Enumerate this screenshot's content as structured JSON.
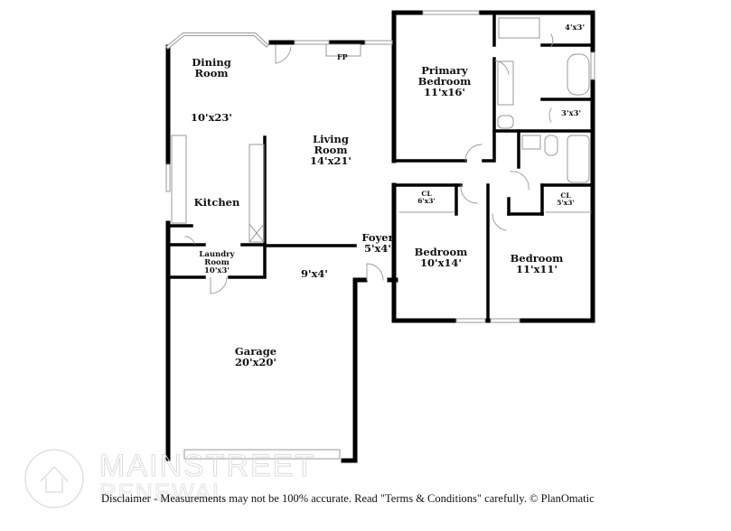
{
  "floor_plan": {
    "rooms": [
      {
        "id": "dining",
        "name": "Dining Room",
        "line1": "Dining",
        "line2": "Room",
        "dims": "10'x23'"
      },
      {
        "id": "living",
        "name": "Living Room",
        "line1": "Living",
        "line2": "Room",
        "dims": "14'x21'"
      },
      {
        "id": "kitchen",
        "name": "Kitchen",
        "line1": "Kitchen"
      },
      {
        "id": "laundry",
        "name": "Laundry Room",
        "line1": "Laundry",
        "line2": "Room",
        "dims": "10'x3'"
      },
      {
        "id": "hall",
        "dims": "9'x4'"
      },
      {
        "id": "foyer",
        "name": "Foyer",
        "line1": "Foyer",
        "dims": "5'x4'"
      },
      {
        "id": "garage",
        "name": "Garage",
        "line1": "Garage",
        "dims": "20'x20'"
      },
      {
        "id": "primary",
        "name": "Primary Bedroom",
        "line1": "Primary",
        "line2": "Bedroom",
        "dims": "11'x16'"
      },
      {
        "id": "closet_4x3",
        "dims": "4'x3'"
      },
      {
        "id": "closet_3x3",
        "dims": "3'x3'"
      },
      {
        "id": "bedroom2",
        "name": "Bedroom",
        "line1": "Bedroom",
        "dims": "10'x14'"
      },
      {
        "id": "bedroom3",
        "name": "Bedroom",
        "line1": "Bedroom",
        "dims": "11'x11'"
      },
      {
        "id": "cl1",
        "line1": "CL",
        "dims": "6'x3'"
      },
      {
        "id": "cl2",
        "line1": "CL",
        "dims": "5'x3'"
      }
    ],
    "fireplace_label": "FP"
  },
  "watermark": {
    "line1": "MAINSTREET",
    "line2": "RENEWAL"
  },
  "footer": {
    "disclaimer": "Disclaimer - Measurements may not be 100% accurate. Read \"Terms & Conditions\" carefully. © PlanOmatic"
  }
}
